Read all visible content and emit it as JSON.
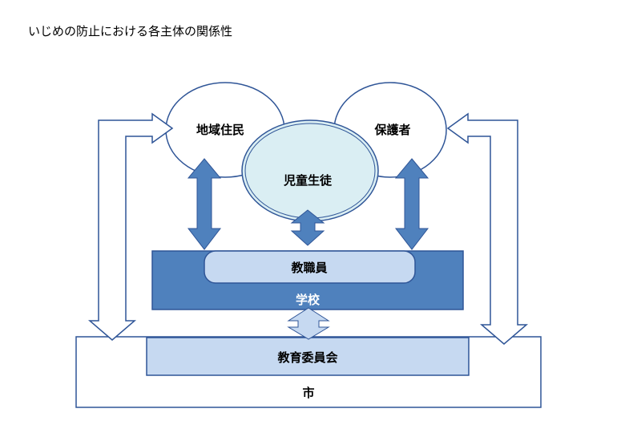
{
  "title": "いじめの防止における各主体の関係性",
  "labels": {
    "community": "地域住民",
    "guardians": "保護者",
    "students": "児童生徒",
    "staff": "教職員",
    "school": "学校",
    "board": "教育委員会",
    "city": "市"
  },
  "colors": {
    "school_fill": "#4f81bd",
    "light_fill": "#c6d9f1",
    "student_fill": "#daeef3",
    "arrow_fill": "#4f81bd",
    "outline": "#2f5597"
  }
}
